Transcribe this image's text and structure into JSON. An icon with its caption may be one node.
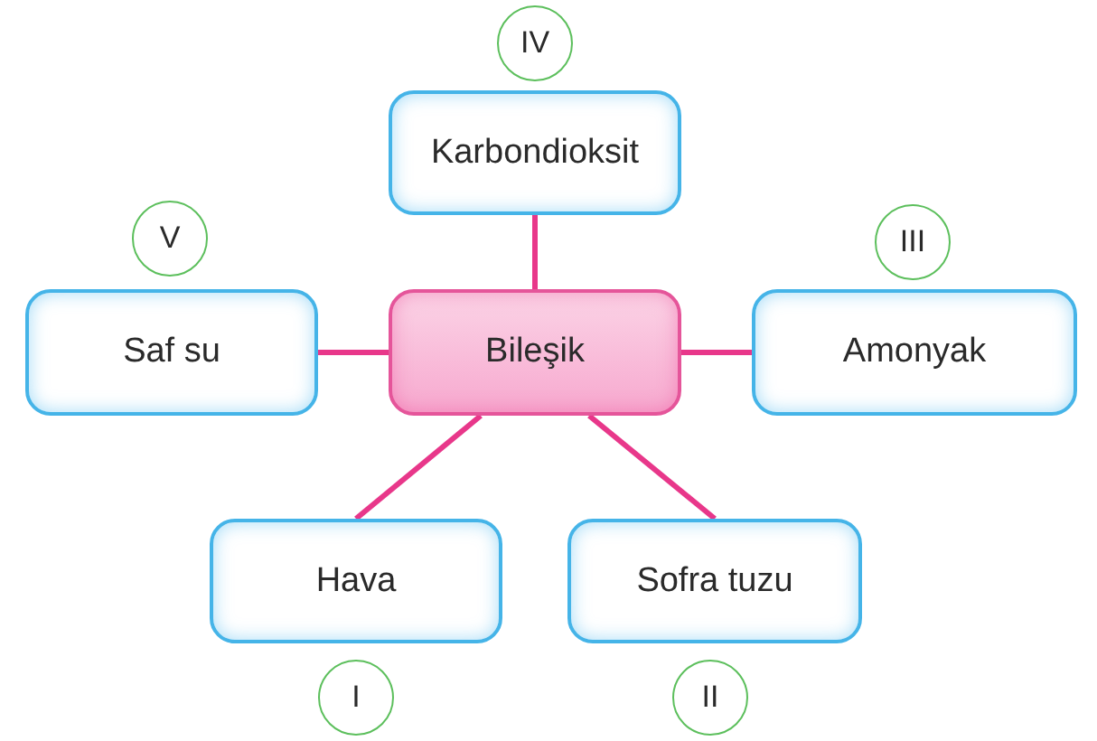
{
  "diagram": {
    "nodes": [
      {
        "text": [
          "IV"
        ]
      },
      {
        "text": [
          "Karbondioksit"
        ]
      },
      {
        "text": [
          "V"
        ]
      },
      {
        "text": [
          "III"
        ]
      },
      {
        "text": [
          "Saf su"
        ]
      },
      {
        "text": [
          "Bileşik"
        ]
      },
      {
        "text": [
          "Amonyak"
        ]
      },
      {
        "text": [
          "Hava"
        ]
      },
      {
        "text": [
          "Sofra tuzu"
        ]
      },
      {
        "text": [
          "I"
        ]
      },
      {
        "text": [
          "II"
        ]
      }
    ],
    "edges": [
      {
        "from": 5,
        "to": 1,
        "arrow": "none"
      },
      {
        "from": 5,
        "to": 4,
        "arrow": "none"
      },
      {
        "from": 5,
        "to": 6,
        "arrow": "none"
      },
      {
        "from": 5,
        "to": 7,
        "arrow": "none"
      },
      {
        "from": 5,
        "to": 8,
        "arrow": "none"
      }
    ]
  }
}
